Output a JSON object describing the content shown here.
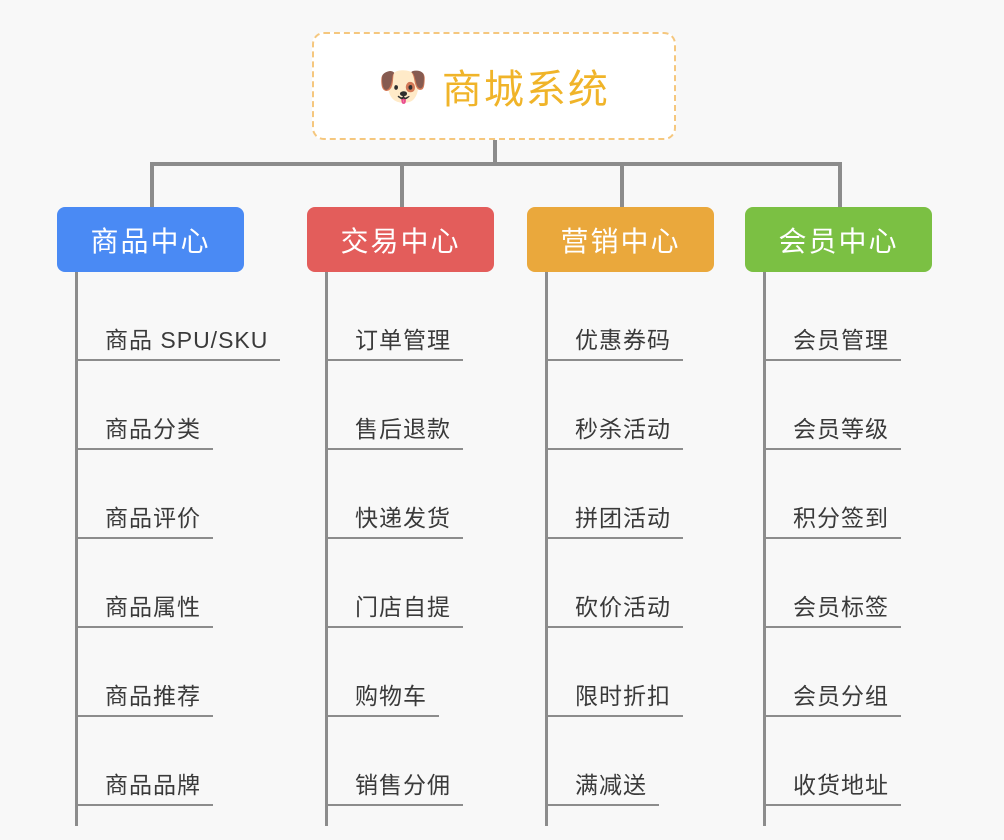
{
  "canvas": {
    "background_color": "#f8f8f8",
    "connector_color": "#8c8c8c"
  },
  "root": {
    "icon": "dog-face-emoji",
    "emoji": "🐶",
    "title": "商城系统",
    "text_color": "#f0b429",
    "border_color": "#f5c77e",
    "background_color": "#ffffff"
  },
  "branches": [
    {
      "label": "商品中心",
      "color": "#4a8af4",
      "items": [
        "商品 SPU/SKU",
        "商品分类",
        "商品评价",
        "商品属性",
        "商品推荐",
        "商品品牌"
      ]
    },
    {
      "label": "交易中心",
      "color": "#e35d5b",
      "items": [
        "订单管理",
        "售后退款",
        "快递发货",
        "门店自提",
        "购物车",
        "销售分佣"
      ]
    },
    {
      "label": "营销中心",
      "color": "#eaa83c",
      "items": [
        "优惠券码",
        "秒杀活动",
        "拼团活动",
        "砍价活动",
        "限时折扣",
        "满减送"
      ]
    },
    {
      "label": "会员中心",
      "color": "#7bc043",
      "items": [
        "会员管理",
        "会员等级",
        "积分签到",
        "会员标签",
        "会员分组",
        "收货地址"
      ]
    }
  ]
}
